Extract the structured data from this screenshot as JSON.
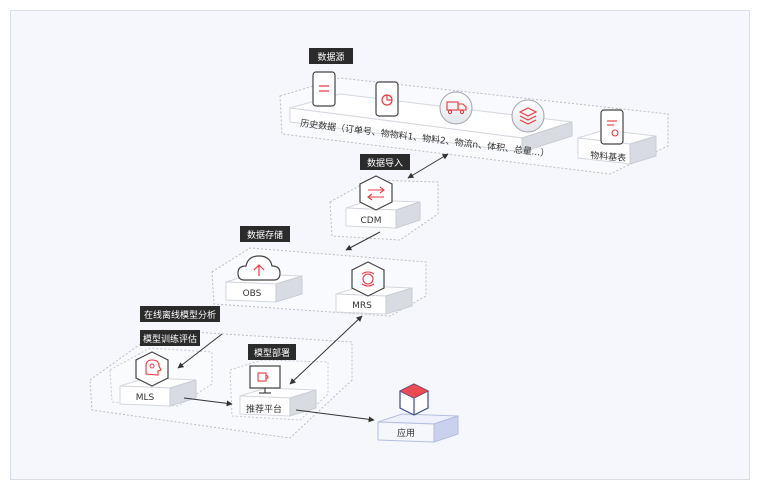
{
  "tags": {
    "data_source": "数据源",
    "data_import": "数据导入",
    "data_storage": "数据存储",
    "online_offline": "在线离线模型分析",
    "model_train_eval": "模型训练评估",
    "model_deploy": "模型部署"
  },
  "nodes": {
    "history_data": "历史数据（订单号、物物料1、物料2、物流n、体积、总量...）",
    "material_table": "物料基表",
    "cdm": "CDM",
    "obs": "OBS",
    "mrs": "MRS",
    "mls": "MLS",
    "recommend_platform": "推荐平台",
    "application": "应用"
  },
  "colors": {
    "accent": "#e8393f",
    "tag_bg": "#2b2b2b",
    "dashed_border": "#b9bdc6",
    "box_fill": "#ffffff",
    "box_side": "#d8dbe2",
    "app_fill": "#e4e9f8"
  }
}
